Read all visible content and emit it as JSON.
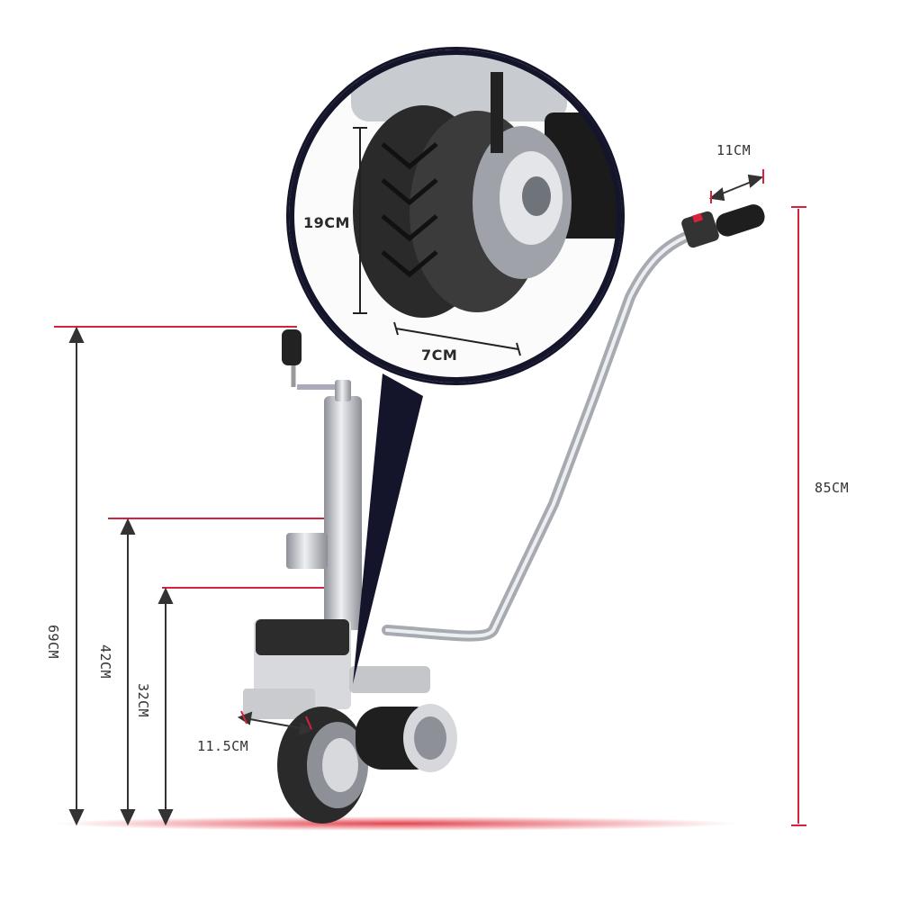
{
  "colors": {
    "background": "#ffffff",
    "red_marker": "#d8213a",
    "dim_line": "#333333",
    "callout": "#14152a",
    "metal": "#b9bcc2",
    "tire": "#2a2a2a"
  },
  "dimensions": {
    "overall_height": "69CM",
    "crank_height": "42CM",
    "clamp_height": "32CM",
    "base_width": "11.5CM",
    "handle_height": "85CM",
    "grip_length": "11CM",
    "wheel_diameter": "19CM",
    "wheel_width": "7CM"
  }
}
